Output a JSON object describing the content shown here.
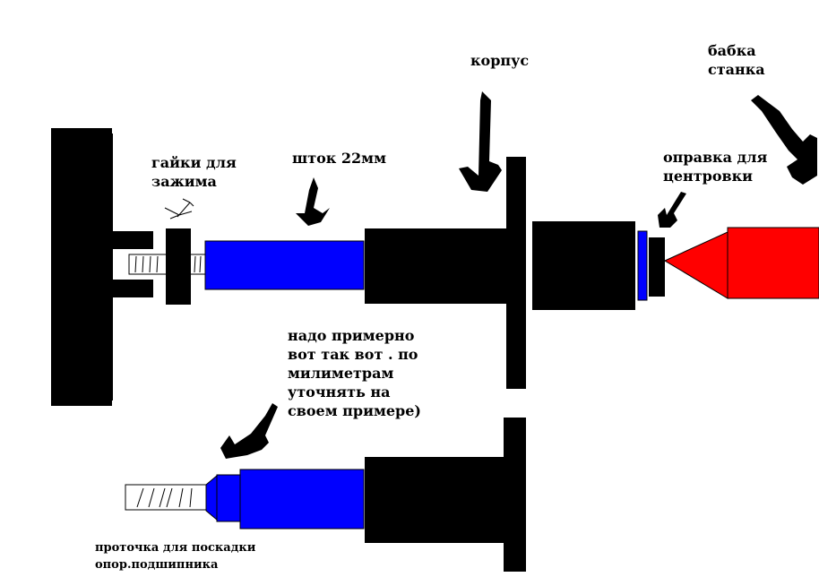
{
  "labels": {
    "nuts": "гайки для\nзажима",
    "rod": "шток 22мм",
    "body": "корпус",
    "headstock": "бабка\nстанка",
    "mandrel": "оправка для\nцентровки",
    "note": "надо примерно\nвот так вот . по\nмилиметрам\nуточнять на\nсвоем примере)",
    "groove": "проточка для поскадки\nопор.подшипника"
  },
  "colors": {
    "black": "#000000",
    "blue": "#0000ff",
    "red": "#ff0000",
    "white": "#ffffff"
  }
}
